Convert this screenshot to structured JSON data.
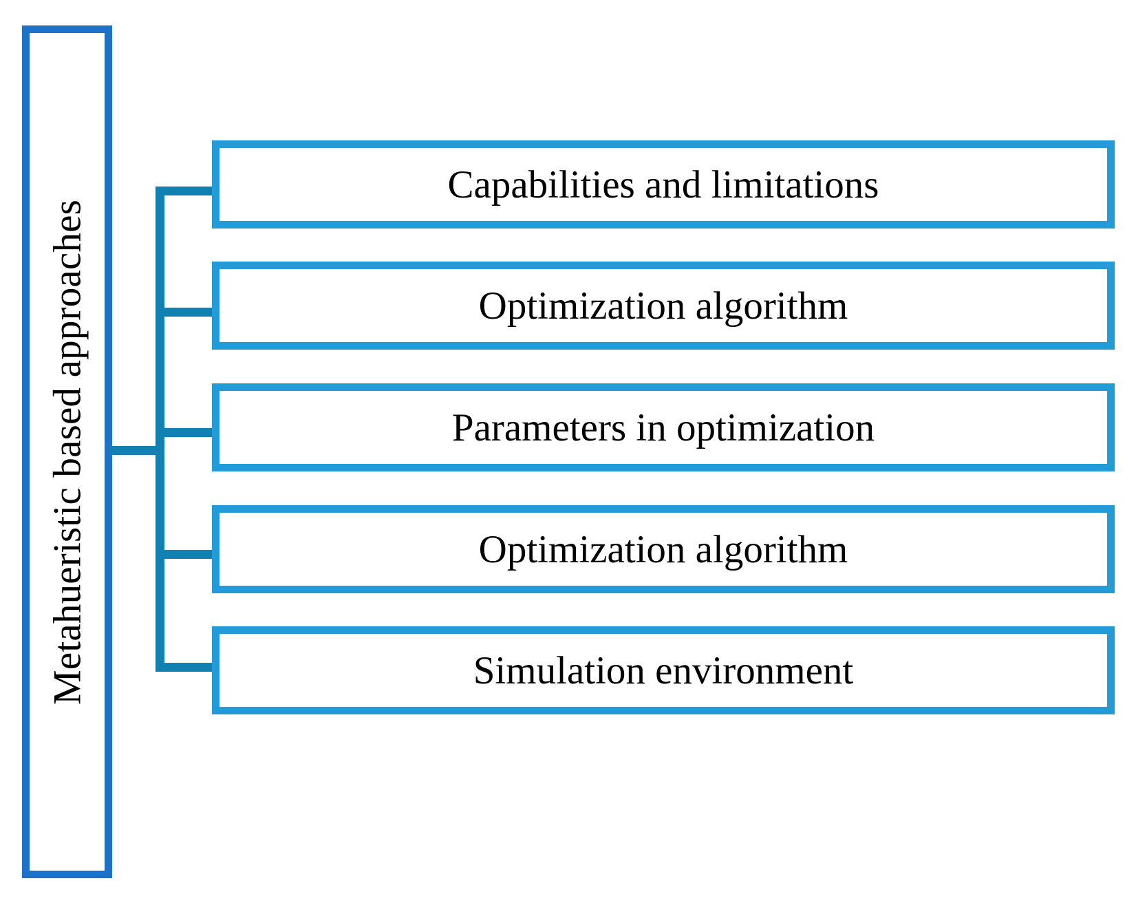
{
  "diagram": {
    "type": "tree-hierarchy",
    "orientation": "left-to-right",
    "root": {
      "label": "Metahueristic based approaches",
      "text_orientation": "vertical-rotated-90ccw",
      "border_color": "#1b72c8",
      "fill_color": "#ffffff"
    },
    "connector": {
      "color": "#1280b0",
      "style": "orthogonal-elbow",
      "branch_count": 5
    },
    "leaf_style": {
      "border_color": "#229bd8",
      "fill_color": "#ffffff",
      "text_color": "#000000"
    },
    "branches": [
      {
        "id": "branch-1",
        "label": "Capabilities and limitations"
      },
      {
        "id": "branch-2",
        "label": "Optimization algorithm"
      },
      {
        "id": "branch-3",
        "label": "Parameters in optimization"
      },
      {
        "id": "branch-4",
        "label": "Optimization algorithm"
      },
      {
        "id": "branch-5",
        "label": "Simulation environment"
      }
    ]
  }
}
